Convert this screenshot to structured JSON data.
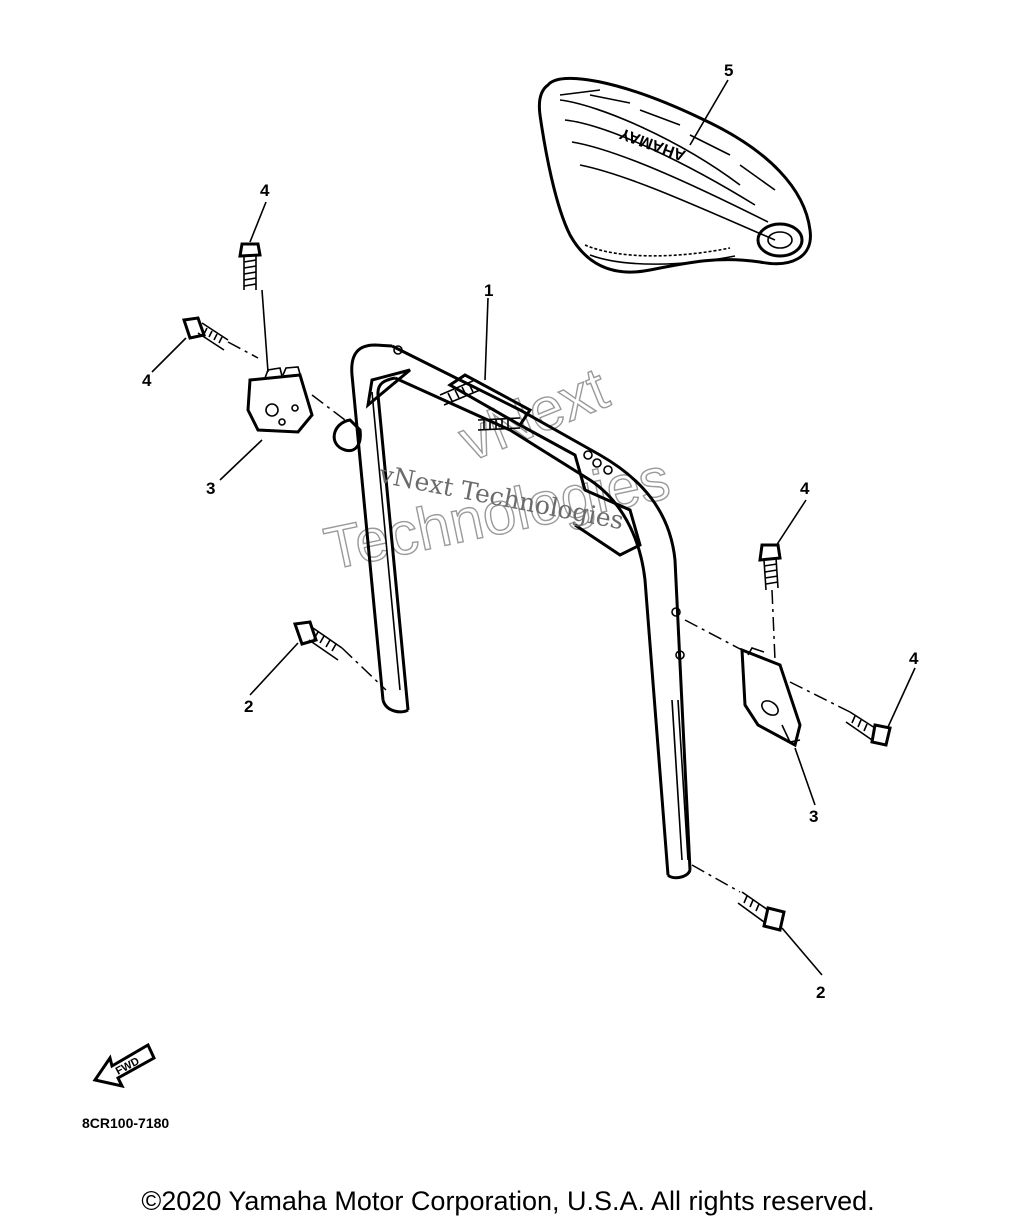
{
  "diagram": {
    "part_code": "8CR100-7180",
    "fwd_label": "FWD",
    "seat_brand": "YAMAHA",
    "callouts": [
      {
        "id": "c1",
        "label": "1"
      },
      {
        "id": "c2a",
        "label": "2"
      },
      {
        "id": "c2b",
        "label": "2"
      },
      {
        "id": "c3a",
        "label": "3"
      },
      {
        "id": "c3b",
        "label": "3"
      },
      {
        "id": "c4a",
        "label": "4"
      },
      {
        "id": "c4b",
        "label": "4"
      },
      {
        "id": "c4c",
        "label": "4"
      },
      {
        "id": "c4d",
        "label": "4"
      },
      {
        "id": "c5",
        "label": "5"
      }
    ]
  },
  "watermark": {
    "line1": "vNext",
    "line2": "Technologies",
    "inline": "vNext Technologies"
  },
  "footer": {
    "copyright": "©2020 Yamaha Motor Corporation, U.S.A. All rights reserved."
  }
}
